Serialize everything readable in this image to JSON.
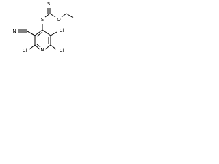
{
  "molecule": {
    "atoms": {
      "n_cyano": "N",
      "s_thio": "S",
      "s_thione": "S",
      "o_ester": "O",
      "cl_top_right": "Cl",
      "cl_bottom_left": "Cl",
      "cl_bottom_right": "Cl",
      "n_ring": "N"
    }
  }
}
